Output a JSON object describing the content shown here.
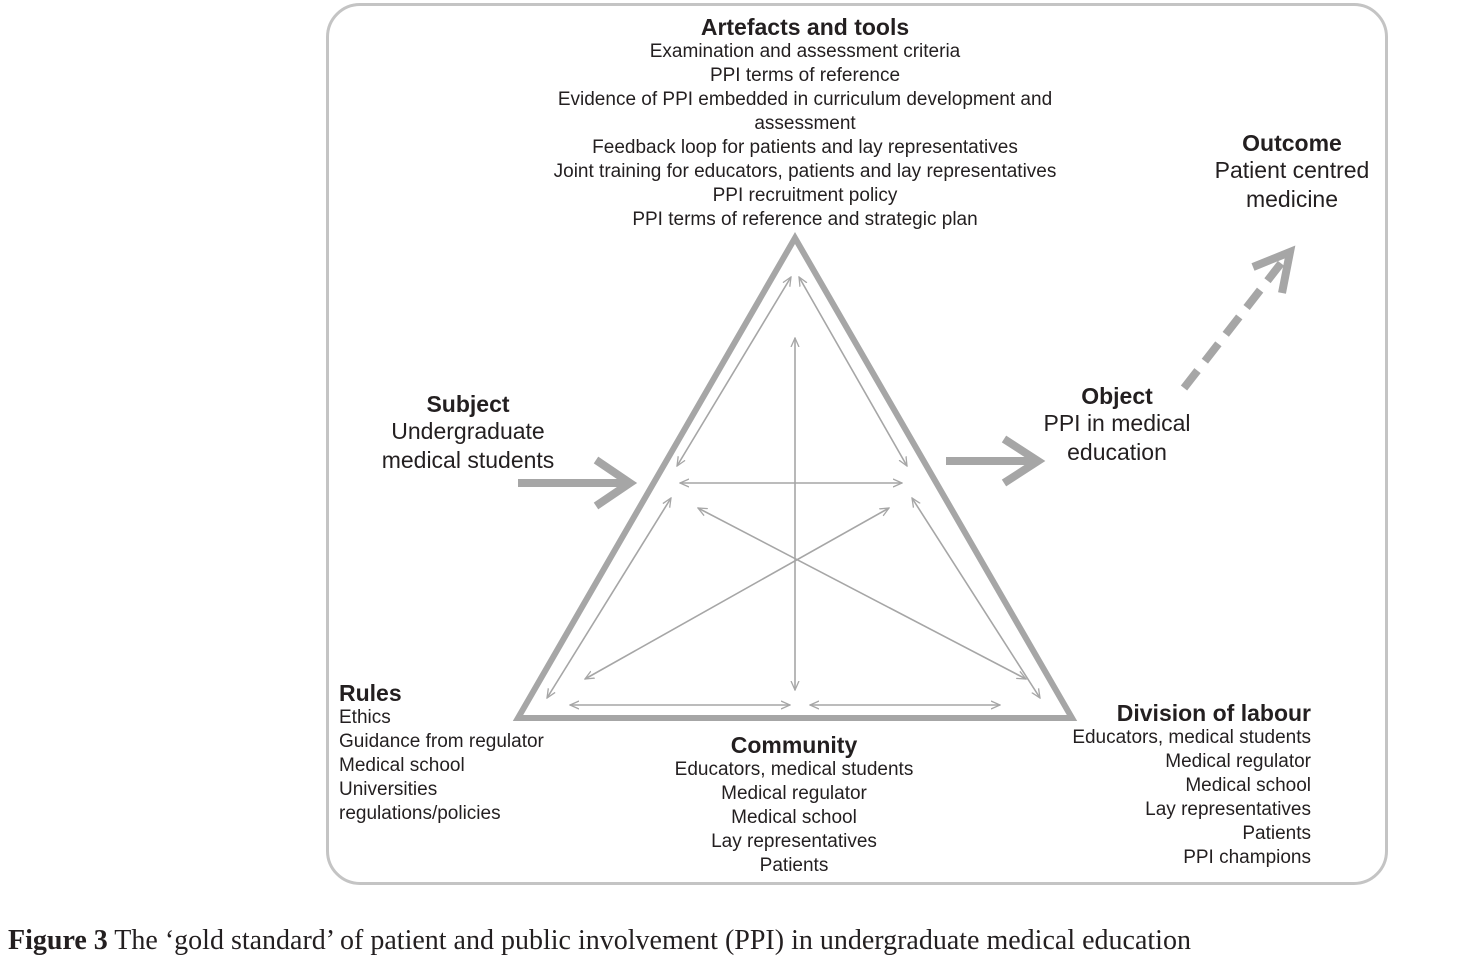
{
  "artefacts": {
    "heading": "Artefacts and tools",
    "items": [
      "Examination and assessment criteria",
      "PPI terms of reference",
      "Evidence of PPI embedded in curriculum development and",
      "assessment",
      "Feedback loop for patients and lay representatives",
      "Joint training for educators, patients and lay representatives",
      "PPI recruitment policy",
      "PPI terms of reference and strategic plan"
    ]
  },
  "outcome": {
    "heading": "Outcome",
    "lines": [
      "Patient centred",
      "medicine"
    ]
  },
  "subject": {
    "heading": "Subject",
    "lines": [
      "Undergraduate",
      "medical students"
    ]
  },
  "object": {
    "heading": "Object",
    "lines": [
      "PPI in medical",
      "education"
    ]
  },
  "rules": {
    "heading": "Rules",
    "items": [
      "Ethics",
      "Guidance from regulator",
      "Medical school",
      "Universities",
      "regulations/policies"
    ]
  },
  "community": {
    "heading": "Community",
    "items": [
      "Educators, medical students",
      "Medical regulator",
      "Medical school",
      "Lay representatives",
      "Patients"
    ]
  },
  "division": {
    "heading": "Division of labour",
    "items": [
      "Educators, medical students",
      "Medical regulator",
      "Medical school",
      "Lay representatives",
      "Patients",
      "PPI champions"
    ]
  },
  "caption": {
    "label": "Figure 3",
    "text": " The ‘gold standard’ of patient and public involvement (PPI) in undergraduate medical education"
  },
  "colors": {
    "lines": "#a6a6a6",
    "frame": "#c4c4c4",
    "text": "#231f20"
  }
}
